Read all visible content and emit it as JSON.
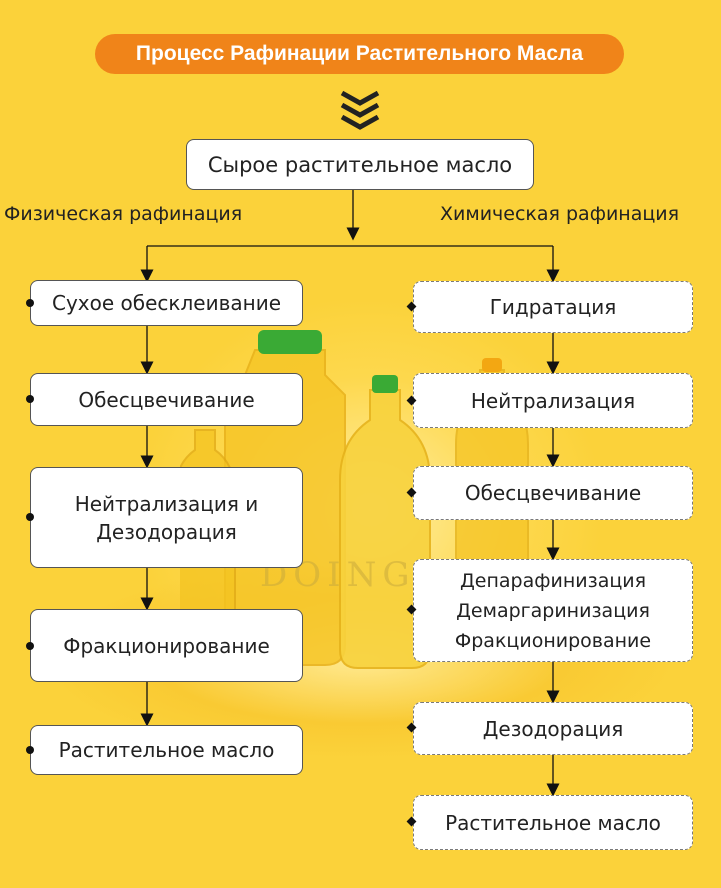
{
  "title": "Процесс Рафинации Растительного Масла",
  "source": "Сырое растительное масло",
  "watermark": "DOING",
  "physical": {
    "label": "Физическая рафинация",
    "steps": [
      "Сухое обесклеивание",
      "Обесцвечивание",
      "Нейтрализация и Дезодорация",
      "Фракционирование",
      "Растительное масло"
    ]
  },
  "chemical": {
    "label": "Химическая рафинация",
    "steps": [
      "Гидратация",
      "Нейтрализация",
      "Обесцвечивание",
      "Депарафинизация Демаргаринизация Фракционирование",
      "Дезодорация",
      "Растительное масло"
    ]
  },
  "colors": {
    "background": "#fbd23a",
    "title_pill": "#f08419",
    "title_text": "#ffffff",
    "box": "#ffffff",
    "chevrons": "#222222"
  }
}
